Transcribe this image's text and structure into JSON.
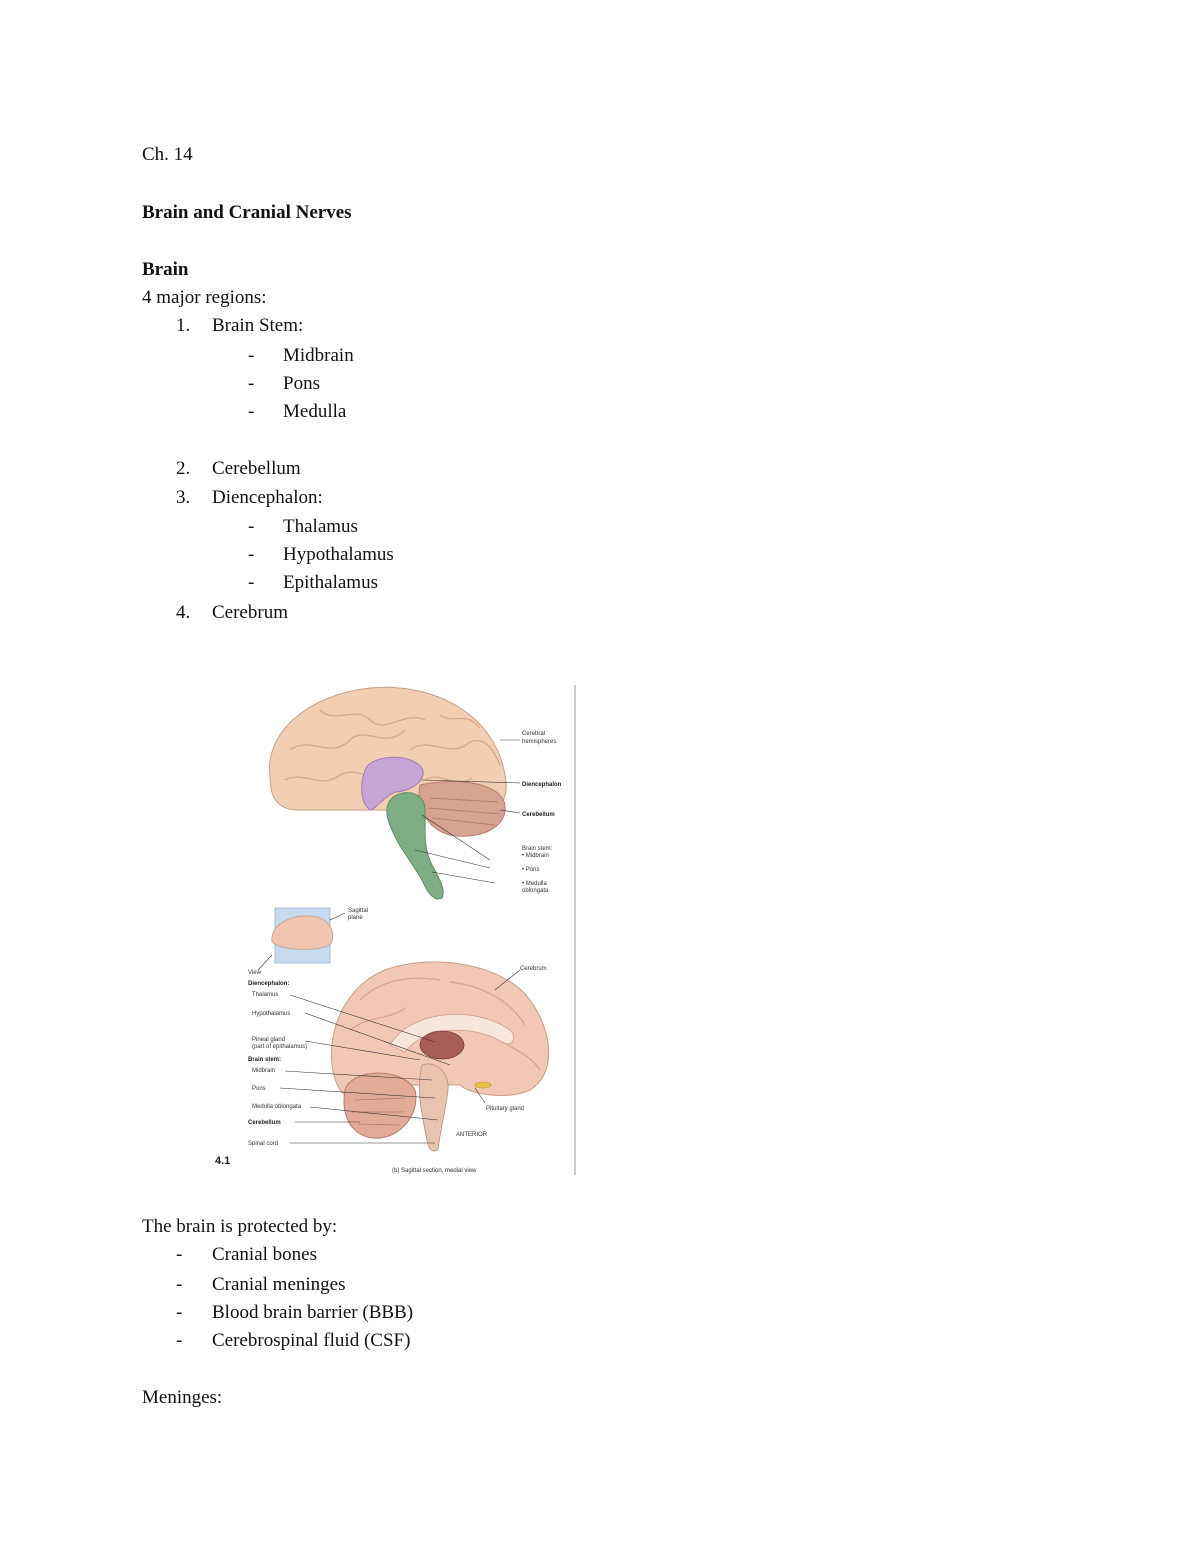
{
  "chapter": "Ch. 14",
  "title": "Brain and Cranial Nerves",
  "brain_section": {
    "heading": "Brain",
    "intro": "4 major regions:",
    "regions": [
      {
        "num": "1.",
        "label": "Brain Stem:",
        "subs": [
          "Midbrain",
          "Pons",
          "Medulla"
        ]
      },
      {
        "num": "2.",
        "label": "Cerebellum"
      },
      {
        "num": "3.",
        "label": "Diencephalon:",
        "subs": [
          "Thalamus",
          "Hypothalamus",
          "Epithalamus"
        ]
      },
      {
        "num": "4.",
        "label": "Cerebrum"
      }
    ],
    "dash": "-"
  },
  "figure": {
    "number": "4.1",
    "labels_top": [
      "Cerebral",
      "hemispheres",
      "Diencephalon",
      "Cerebellum",
      "Brain stem:",
      "• Midbrain",
      "• Pons",
      "• Medulla",
      "oblongata"
    ],
    "plane_label": [
      "Sagittal",
      "plane"
    ],
    "view_label": "View",
    "labels_bottom": {
      "cerebrum": "Cerebrum",
      "diencephalon": "Diencephalon:",
      "thalamus": "Thalamus",
      "hypothalamus": "Hypothalamus",
      "pineal1": "Pineal gland",
      "pineal2": "(part of epithalamus)",
      "brainstem": "Brain stem:",
      "midbrain": "Midbrain",
      "pons": "Pons",
      "medulla": "Medulla oblongata",
      "cerebellum": "Cerebellum",
      "spinal": "Spinal cord",
      "pituitary": "Pituitary gland",
      "anterior": "ANTERIOR",
      "caption": "(b) Sagittal section, medial view"
    }
  },
  "protection": {
    "intro": "The brain is protected by:",
    "items": [
      "Cranial bones",
      "Cranial meninges",
      "Blood brain barrier (BBB)",
      "Cerebrospinal fluid (CSF)"
    ]
  },
  "meninges": "Meninges:"
}
